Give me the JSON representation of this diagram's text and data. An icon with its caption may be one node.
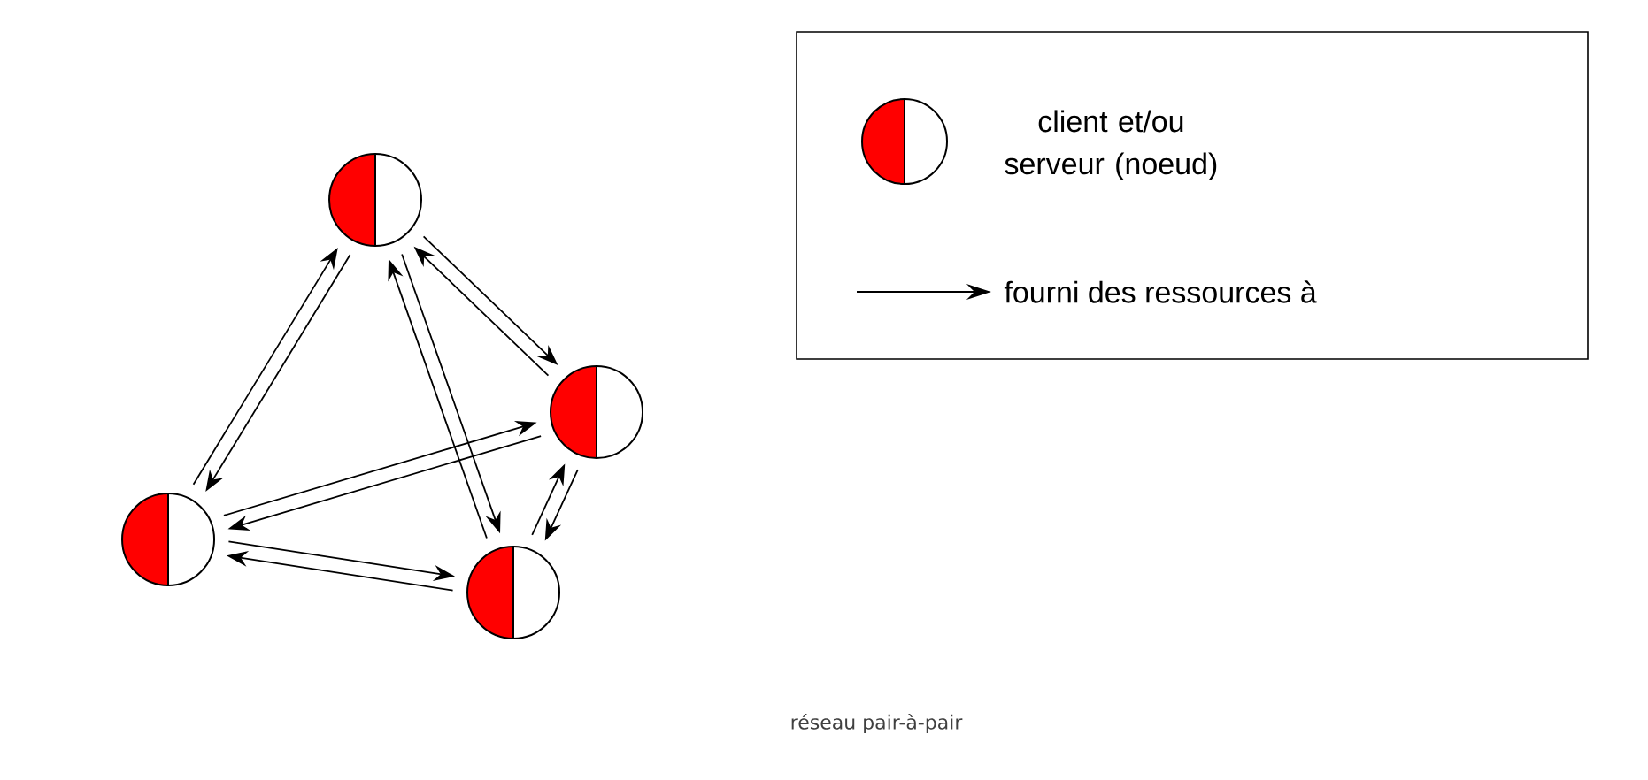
{
  "diagram": {
    "caption": "réseau pair-à-pair",
    "nodes": [
      {
        "text": [],
        "shape": "circle"
      },
      {
        "text": [],
        "shape": "circle"
      },
      {
        "text": [],
        "shape": "circle"
      },
      {
        "text": [],
        "shape": "circle"
      }
    ],
    "edges": [
      {
        "from": 0,
        "to": 2,
        "arrow": "to"
      },
      {
        "from": 2,
        "to": 0,
        "arrow": "to"
      },
      {
        "from": 0,
        "to": 3,
        "arrow": "to"
      },
      {
        "from": 3,
        "to": 0,
        "arrow": "to"
      },
      {
        "from": 0,
        "to": 1,
        "arrow": "to"
      },
      {
        "from": 1,
        "to": 0,
        "arrow": "to"
      },
      {
        "from": 2,
        "to": 1,
        "arrow": "to"
      },
      {
        "from": 1,
        "to": 2,
        "arrow": "to"
      },
      {
        "from": 3,
        "to": 2,
        "arrow": "to"
      },
      {
        "from": 2,
        "to": 3,
        "arrow": "to"
      },
      {
        "from": 3,
        "to": 1,
        "arrow": "to"
      },
      {
        "from": 1,
        "to": 3,
        "arrow": "to"
      }
    ],
    "legend": [
      {
        "text": "client et/ou serveur (noeud)"
      },
      {
        "text": "fourni des ressources à"
      }
    ]
  }
}
